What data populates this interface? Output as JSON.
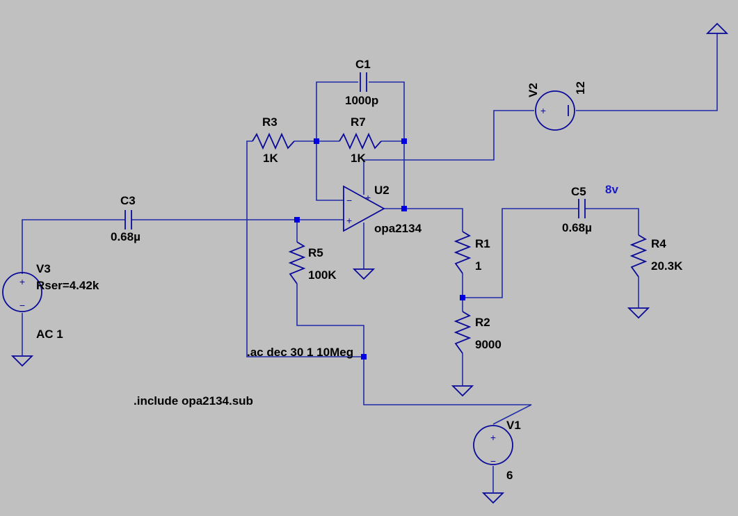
{
  "colors": {
    "background": "#c0c0c0",
    "wire": "#1f2ba8",
    "junction": "#0000e0",
    "label": "#000000",
    "net_label": "#1a1ac8"
  },
  "components": {
    "C1": {
      "name": "C1",
      "value": "1000p"
    },
    "R3": {
      "name": "R3",
      "value": "1K"
    },
    "R7": {
      "name": "R7",
      "value": "1K"
    },
    "V2": {
      "name": "V2",
      "value": "12"
    },
    "C3": {
      "name": "C3",
      "value": "0.68µ"
    },
    "U2": {
      "name": "U2",
      "value": "opa2134"
    },
    "C5": {
      "name": "C5",
      "value": "0.68µ"
    },
    "V3": {
      "name": "V3",
      "value": "Rser=4.42k",
      "extra": "AC 1"
    },
    "R5": {
      "name": "R5",
      "value": "100K"
    },
    "R1": {
      "name": "R1",
      "value": "1"
    },
    "R4": {
      "name": "R4",
      "value": "20.3K"
    },
    "R2": {
      "name": "R2",
      "value": "9000"
    },
    "V1": {
      "name": "V1",
      "value": "6"
    }
  },
  "net_labels": {
    "output": "8v"
  },
  "directives": {
    "ac": ".ac dec 30 1 10Meg",
    "include": ".include opa2134.sub"
  },
  "symbols": {
    "plus": "+",
    "minus": "−"
  }
}
